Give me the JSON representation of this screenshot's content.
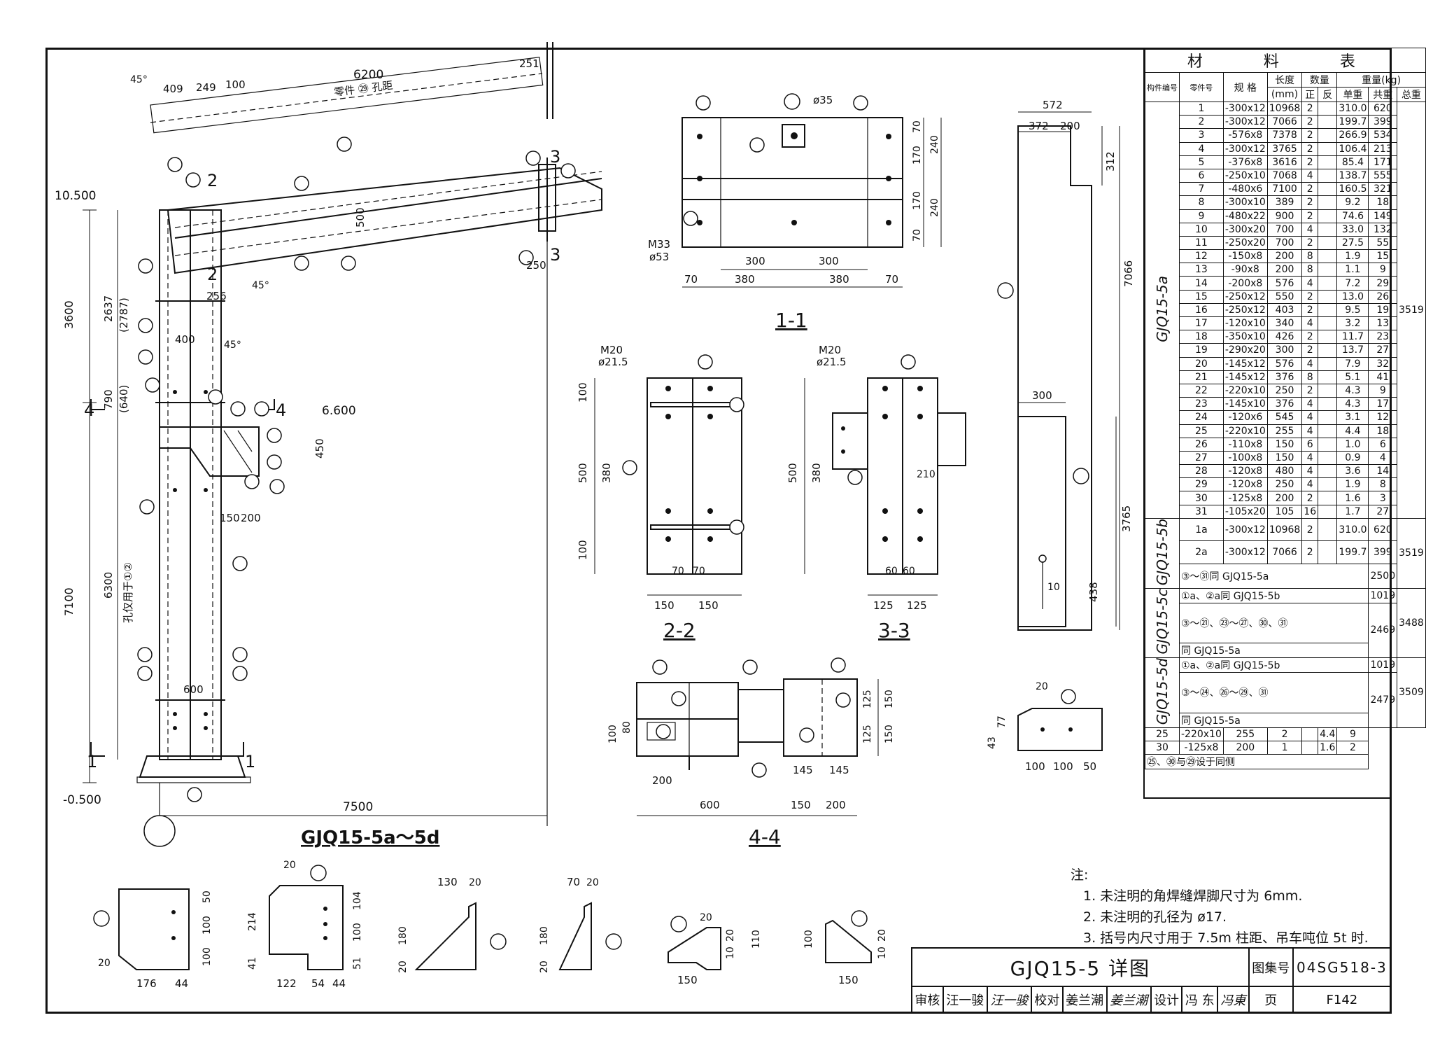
{
  "material_table": {
    "title": "材 料 表",
    "headers": {
      "member_no": "构件编号",
      "part_no": "零件号",
      "spec": "规 格",
      "length": "长度",
      "length_unit": "(mm)",
      "qty": "数量",
      "qty_front": "正",
      "qty_back": "反",
      "weight": "重量(kg)",
      "unit_w": "单重",
      "total_w": "共重",
      "grand_w": "总重"
    },
    "group_a": {
      "name": "GJQ15-5a",
      "total": "3519",
      "rows": [
        [
          "1",
          "-300x12",
          "10968",
          "2",
          "",
          "310.0",
          "620"
        ],
        [
          "2",
          "-300x12",
          "7066",
          "2",
          "",
          "199.7",
          "399"
        ],
        [
          "3",
          "-576x8",
          "7378",
          "2",
          "",
          "266.9",
          "534"
        ],
        [
          "4",
          "-300x12",
          "3765",
          "2",
          "",
          "106.4",
          "213"
        ],
        [
          "5",
          "-376x8",
          "3616",
          "2",
          "",
          "85.4",
          "171"
        ],
        [
          "6",
          "-250x10",
          "7068",
          "4",
          "",
          "138.7",
          "555"
        ],
        [
          "7",
          "-480x6",
          "7100",
          "2",
          "",
          "160.5",
          "321"
        ],
        [
          "8",
          "-300x10",
          "389",
          "2",
          "",
          "9.2",
          "18"
        ],
        [
          "9",
          "-480x22",
          "900",
          "2",
          "",
          "74.6",
          "149"
        ],
        [
          "10",
          "-300x20",
          "700",
          "4",
          "",
          "33.0",
          "132"
        ],
        [
          "11",
          "-250x20",
          "700",
          "2",
          "",
          "27.5",
          "55"
        ],
        [
          "12",
          "-150x8",
          "200",
          "8",
          "",
          "1.9",
          "15"
        ],
        [
          "13",
          "-90x8",
          "200",
          "8",
          "",
          "1.1",
          "9"
        ],
        [
          "14",
          "-200x8",
          "576",
          "4",
          "",
          "7.2",
          "29"
        ],
        [
          "15",
          "-250x12",
          "550",
          "2",
          "",
          "13.0",
          "26"
        ],
        [
          "16",
          "-250x12",
          "403",
          "2",
          "",
          "9.5",
          "19"
        ],
        [
          "17",
          "-120x10",
          "340",
          "4",
          "",
          "3.2",
          "13"
        ],
        [
          "18",
          "-350x10",
          "426",
          "2",
          "",
          "11.7",
          "23"
        ],
        [
          "19",
          "-290x20",
          "300",
          "2",
          "",
          "13.7",
          "27"
        ],
        [
          "20",
          "-145x12",
          "576",
          "4",
          "",
          "7.9",
          "32"
        ],
        [
          "21",
          "-145x12",
          "376",
          "8",
          "",
          "5.1",
          "41"
        ],
        [
          "22",
          "-220x10",
          "250",
          "2",
          "",
          "4.3",
          "9"
        ],
        [
          "23",
          "-145x10",
          "376",
          "4",
          "",
          "4.3",
          "17"
        ],
        [
          "24",
          "-120x6",
          "545",
          "4",
          "",
          "3.1",
          "12"
        ],
        [
          "25",
          "-220x10",
          "255",
          "4",
          "",
          "4.4",
          "18"
        ],
        [
          "26",
          "-110x8",
          "150",
          "6",
          "",
          "1.0",
          "6"
        ],
        [
          "27",
          "-100x8",
          "150",
          "4",
          "",
          "0.9",
          "4"
        ],
        [
          "28",
          "-120x8",
          "480",
          "4",
          "",
          "3.6",
          "14"
        ],
        [
          "29",
          "-120x8",
          "250",
          "4",
          "",
          "1.9",
          "8"
        ],
        [
          "30",
          "-125x8",
          "200",
          "2",
          "",
          "1.6",
          "3"
        ],
        [
          "31",
          "-105x20",
          "105",
          "16",
          "",
          "1.7",
          "27"
        ]
      ]
    },
    "group_b": {
      "name": "GJQ15-5b",
      "total": "3519",
      "rows": [
        [
          "1a",
          "-300x12",
          "10968",
          "2",
          "",
          "310.0",
          "620"
        ],
        [
          "2a",
          "-300x12",
          "7066",
          "2",
          "",
          "199.7",
          "399"
        ]
      ],
      "note": "③～㉛同 GJQ15-5a",
      "note_w": "2500"
    },
    "group_c": {
      "name": "GJQ15-5c",
      "total": "3488",
      "line1": "①a、②a同 GJQ15-5b",
      "line1_w": "1019",
      "line2": "③～㉑、㉓～㉗、㉚、㉛",
      "line3": "同 GJQ15-5a",
      "line23_w": "2469"
    },
    "group_d": {
      "name": "GJQ15-5d",
      "total": "3509",
      "line1": "①a、②a同 GJQ15-5b",
      "line1_w": "1019",
      "line2": "③～㉔、㉖～㉙、㉛",
      "line3": "同 GJQ15-5a",
      "line23_w": "2479",
      "rows": [
        [
          "25",
          "-220x10",
          "255",
          "2",
          "",
          "4.4",
          "9"
        ],
        [
          "30",
          "-125x8",
          "200",
          "1",
          "",
          "1.6",
          "2"
        ]
      ],
      "note": "㉕、㉚与㉙设于同侧"
    }
  },
  "notes": {
    "title": "注:",
    "items": [
      "1. 未注明的角焊缝焊脚尺寸为 6mm.",
      "2. 未注明的孔径为 ø17.",
      "3. 括号内尺寸用于 7.5m 柱距、吊车吨位 5t 时."
    ]
  },
  "title_block": {
    "drawing_title": "GJQ15-5 详图",
    "atlas_label": "图集号",
    "atlas_no": "04SG518-3",
    "review_label": "审核",
    "reviewer": "汪一骏",
    "reviewer_sig": "汪一骏",
    "check_label": "校对",
    "checker": "姜兰潮",
    "checker_sig": "姜兰潮",
    "design_label": "设计",
    "designer": "冯 东",
    "designer_sig": "冯東",
    "page_label": "页",
    "page_no": "F142"
  },
  "main_view": {
    "caption": "GJQ15-5a～5d",
    "labels": {
      "elev_top": "10.500",
      "elev_mid": "6.600",
      "elev_bot": "-0.500",
      "h_3600": "3600",
      "h_7100": "7100",
      "h_2637": "2637",
      "h_2787": "(2787)",
      "h_790": "790",
      "h_640": "(640)",
      "h_6300": "6300",
      "hole_note": "孔仅用于①②",
      "w_7500": "7500",
      "w_6200": "6200",
      "w_600": "600",
      "w_400": "400",
      "w_409": "409",
      "w_249": "249",
      "w_100": "100",
      "w_251": "251",
      "w_256": "256",
      "w_250": "250",
      "w_150": "150",
      "w_200": "200",
      "w_500": "500",
      "w_450": "450",
      "hole_dist": "零件 ㉙ 孔距",
      "sec_1": "1",
      "sec_2": "2",
      "sec_3": "3",
      "sec_4": "4",
      "ang_45": "45°"
    }
  },
  "sections": {
    "s11": {
      "caption": "1-1",
      "d35": "ø35",
      "m33": "M33",
      "d53": "ø53",
      "w300a": "300",
      "w300b": "300",
      "w380a": "380",
      "w380b": "380",
      "w70a": "70",
      "w70b": "70",
      "h170a": "170",
      "h170b": "170",
      "h70a": "70",
      "h70b": "70",
      "h240a": "240",
      "h240b": "240"
    },
    "s22": {
      "caption": "2-2",
      "m20": "M20",
      "d215": "ø21.5",
      "w150a": "150",
      "w150b": "150",
      "w70a": "70",
      "w70b": "70",
      "h500": "500",
      "h380": "380",
      "h100a": "100",
      "h100b": "100"
    },
    "s33": {
      "caption": "3-3",
      "m20": "M20",
      "d215": "ø21.5",
      "w125a": "125",
      "w125b": "125",
      "w60a": "60",
      "w60b": "60",
      "w210": "210",
      "h500": "500",
      "h380": "380"
    },
    "s44": {
      "caption": "4-4",
      "w200": "200",
      "w600": "600",
      "w150": "150",
      "w200b": "200",
      "w145a": "145",
      "w145b": "145",
      "h125a": "125",
      "h125b": "125",
      "h150a": "150",
      "h150b": "150",
      "h100": "100",
      "h80": "80"
    },
    "p3": {
      "w572": "572",
      "w372": "372",
      "w200": "200",
      "h312": "312",
      "h7066": "7066"
    },
    "p4": {
      "w300": "300",
      "h3765": "3765",
      "h438": "438",
      "h10": "10"
    },
    "p29": {
      "w100a": "100",
      "w100b": "100",
      "w50": "50",
      "h43": "43",
      "h77": "77",
      "c20": "20"
    },
    "p22": {
      "w176": "176",
      "w44": "44",
      "h100a": "100",
      "h100b": "100",
      "h50": "50",
      "c20": "20"
    },
    "p25": {
      "w122": "122",
      "w54": "54",
      "w44": "44",
      "h214": "214",
      "h41": "41",
      "h104": "104",
      "h100": "100",
      "h51": "51",
      "c20": "20"
    },
    "p12": {
      "w130": "130",
      "w20": "20",
      "h180": "180",
      "h20": "20"
    },
    "p13": {
      "w70": "70",
      "w20": "20",
      "h180": "180",
      "h20": "20"
    },
    "p26": {
      "w150": "150",
      "h20": "20",
      "h10": "10",
      "h20b": "20"
    },
    "p27": {
      "w150": "150",
      "h100": "100",
      "h10": "10",
      "h20": "20",
      "h110": "110"
    }
  }
}
